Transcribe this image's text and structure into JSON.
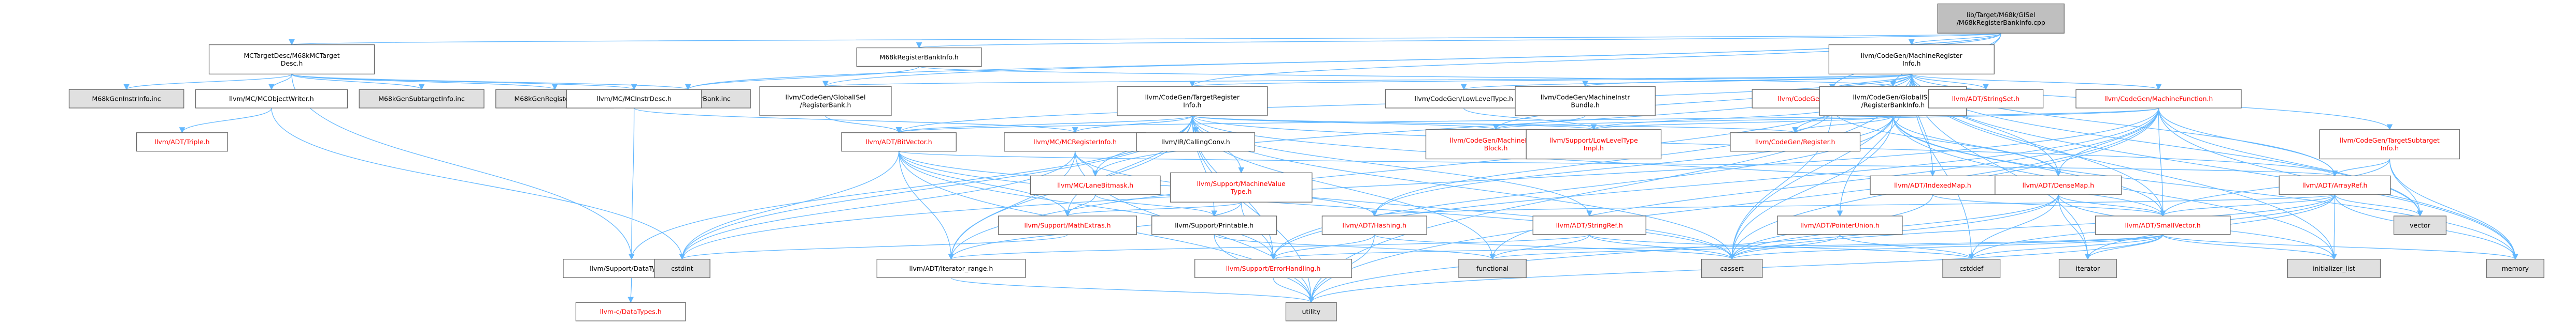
{
  "colors": {
    "page_bg": "#ffffff",
    "edge": "#63b8ff",
    "node_border": "#666666",
    "node_fill": "#ffffff",
    "root_fill": "#bfbfbf",
    "external_fill": "#e0e0e0",
    "text_black": "#000000",
    "text_red": "#ff0000"
  },
  "node_styles": {
    "root": {
      "fill": "#bfbfbf",
      "text": "#000000"
    },
    "internal": {
      "fill": "#ffffff",
      "text": "#000000"
    },
    "incomplete": {
      "fill": "#ffffff",
      "text": "#ff0000"
    },
    "external": {
      "fill": "#e0e0e0",
      "text": "#000000"
    }
  },
  "nodes": [
    {
      "id": "root",
      "lines": [
        "lib/Target/M68k/GISel",
        "/M68kRegisterBankInfo.cpp"
      ],
      "style": "root"
    },
    {
      "id": "mctdesc",
      "lines": [
        "MCTargetDesc/M68kMCTarget",
        "Desc.h"
      ],
      "style": "internal"
    },
    {
      "id": "rbinfo_h",
      "lines": [
        "M68kRegisterBankInfo.h"
      ],
      "style": "internal"
    },
    {
      "id": "cg_mri",
      "lines": [
        "llvm/CodeGen/MachineRegister",
        "Info.h"
      ],
      "style": "internal"
    },
    {
      "id": "m68kgeninstr",
      "lines": [
        "M68kGenInstrInfo.inc"
      ],
      "style": "external"
    },
    {
      "id": "mcobjw",
      "lines": [
        "llvm/MC/MCObjectWriter.h"
      ],
      "style": "internal"
    },
    {
      "id": "m68kgensubtarget",
      "lines": [
        "M68kGenSubtargetInfo.inc"
      ],
      "style": "external"
    },
    {
      "id": "m68kgenreginfo",
      "lines": [
        "M68kGenRegisterInfo.inc"
      ],
      "style": "external"
    },
    {
      "id": "m68kgenregbank",
      "lines": [
        "M68kGenRegisterBank.inc"
      ],
      "style": "external"
    },
    {
      "id": "mcinstrdesc",
      "lines": [
        "llvm/MC/MCInstrDesc.h"
      ],
      "style": "internal"
    },
    {
      "id": "gisel_rbi",
      "lines": [
        "llvm/CodeGen/GlobalISel",
        "/RegisterBank.h"
      ],
      "style": "internal"
    },
    {
      "id": "cg_tri",
      "lines": [
        "llvm/CodeGen/TargetRegister",
        "Info.h"
      ],
      "style": "internal"
    },
    {
      "id": "cg_llt",
      "lines": [
        "llvm/CodeGen/LowLevelType.h"
      ],
      "style": "internal"
    },
    {
      "id": "cg_mib",
      "lines": [
        "llvm/CodeGen/MachineInstr",
        "Bundle.h"
      ],
      "style": "internal"
    },
    {
      "id": "cg_mo",
      "lines": [
        "llvm/CodeGen/MachineOperand.h"
      ],
      "style": "incomplete"
    },
    {
      "id": "gisel_rbinfo",
      "lines": [
        "llvm/CodeGen/GlobalISel",
        "/RegisterBankInfo.h"
      ],
      "style": "internal"
    },
    {
      "id": "adt_stringset",
      "lines": [
        "llvm/ADT/StringSet.h"
      ],
      "style": "incomplete"
    },
    {
      "id": "cg_mf",
      "lines": [
        "llvm/CodeGen/MachineFunction.h"
      ],
      "style": "incomplete"
    },
    {
      "id": "adt_triple",
      "lines": [
        "llvm/ADT/Triple.h"
      ],
      "style": "incomplete"
    },
    {
      "id": "adt_bitvector",
      "lines": [
        "llvm/ADT/BitVector.h"
      ],
      "style": "incomplete"
    },
    {
      "id": "mcreginfo",
      "lines": [
        "llvm/MC/MCRegisterInfo.h"
      ],
      "style": "incomplete"
    },
    {
      "id": "ir_callconv",
      "lines": [
        "llvm/IR/CallingConv.h"
      ],
      "style": "internal"
    },
    {
      "id": "cg_mbb",
      "lines": [
        "llvm/CodeGen/MachineBasic",
        "Block.h"
      ],
      "style": "incomplete"
    },
    {
      "id": "sup_llt",
      "lines": [
        "llvm/Support/LowLevelType",
        "Impl.h"
      ],
      "style": "incomplete"
    },
    {
      "id": "cg_register",
      "lines": [
        "llvm/CodeGen/Register.h"
      ],
      "style": "incomplete"
    },
    {
      "id": "cg_tsi",
      "lines": [
        "llvm/CodeGen/TargetSubtarget",
        "Info.h"
      ],
      "style": "incomplete"
    },
    {
      "id": "mc_lanebm",
      "lines": [
        "llvm/MC/LaneBitmask.h"
      ],
      "style": "incomplete"
    },
    {
      "id": "sup_mvt",
      "lines": [
        "llvm/Support/MachineValue",
        "Type.h"
      ],
      "style": "incomplete"
    },
    {
      "id": "adt_indexedmap",
      "lines": [
        "llvm/ADT/IndexedMap.h"
      ],
      "style": "incomplete"
    },
    {
      "id": "adt_densemap",
      "lines": [
        "llvm/ADT/DenseMap.h"
      ],
      "style": "incomplete"
    },
    {
      "id": "adt_arrayref",
      "lines": [
        "llvm/ADT/ArrayRef.h"
      ],
      "style": "incomplete"
    },
    {
      "id": "sup_mathextras",
      "lines": [
        "llvm/Support/MathExtras.h"
      ],
      "style": "incomplete"
    },
    {
      "id": "sup_printable",
      "lines": [
        "llvm/Support/Printable.h"
      ],
      "style": "internal"
    },
    {
      "id": "adt_hashing",
      "lines": [
        "llvm/ADT/Hashing.h"
      ],
      "style": "incomplete"
    },
    {
      "id": "adt_stringref",
      "lines": [
        "llvm/ADT/StringRef.h"
      ],
      "style": "incomplete"
    },
    {
      "id": "adt_ptrunion",
      "lines": [
        "llvm/ADT/PointerUnion.h"
      ],
      "style": "incomplete"
    },
    {
      "id": "adt_smallvector",
      "lines": [
        "llvm/ADT/SmallVector.h"
      ],
      "style": "incomplete"
    },
    {
      "id": "vector",
      "lines": [
        "vector"
      ],
      "style": "external"
    },
    {
      "id": "memory",
      "lines": [
        "memory"
      ],
      "style": "external"
    },
    {
      "id": "sup_datatypes",
      "lines": [
        "llvm/Support/DataTypes.h"
      ],
      "style": "internal"
    },
    {
      "id": "cstdint",
      "lines": [
        "cstdint"
      ],
      "style": "external"
    },
    {
      "id": "adt_iterrange",
      "lines": [
        "llvm/ADT/iterator_range.h"
      ],
      "style": "internal"
    },
    {
      "id": "sup_errhandling",
      "lines": [
        "llvm/Support/ErrorHandling.h"
      ],
      "style": "incomplete"
    },
    {
      "id": "functional",
      "lines": [
        "functional"
      ],
      "style": "external"
    },
    {
      "id": "cassert",
      "lines": [
        "cassert"
      ],
      "style": "external"
    },
    {
      "id": "cstddef",
      "lines": [
        "cstddef"
      ],
      "style": "external"
    },
    {
      "id": "iterator",
      "lines": [
        "iterator"
      ],
      "style": "external"
    },
    {
      "id": "initlist",
      "lines": [
        "initializer_list"
      ],
      "style": "external"
    },
    {
      "id": "c_datatypes",
      "lines": [
        "llvm-c/DataTypes.h"
      ],
      "style": "incomplete"
    },
    {
      "id": "utility",
      "lines": [
        "utility"
      ],
      "style": "external"
    }
  ],
  "edges": [
    [
      "root",
      "mctdesc"
    ],
    [
      "root",
      "rbinfo_h"
    ],
    [
      "root",
      "cg_mri"
    ],
    [
      "root",
      "m68kgenregbank"
    ],
    [
      "root",
      "gisel_rbi"
    ],
    [
      "root",
      "cg_tri"
    ],
    [
      "root",
      "gisel_rbinfo"
    ],
    [
      "root",
      "cg_mo"
    ],
    [
      "mctdesc",
      "m68kgeninstr"
    ],
    [
      "mctdesc",
      "mcobjw"
    ],
    [
      "mctdesc",
      "m68kgensubtarget"
    ],
    [
      "mctdesc",
      "m68kgenreginfo"
    ],
    [
      "mctdesc",
      "m68kgenregbank"
    ],
    [
      "mctdesc",
      "mcinstrdesc"
    ],
    [
      "mctdesc",
      "sup_datatypes"
    ],
    [
      "mcobjw",
      "adt_triple"
    ],
    [
      "mcobjw",
      "cstdint"
    ],
    [
      "rbinfo_h",
      "m68kgenregbank"
    ],
    [
      "rbinfo_h",
      "gisel_rbinfo"
    ],
    [
      "mcinstrdesc",
      "mcreginfo"
    ],
    [
      "mcinstrdesc",
      "sup_datatypes"
    ],
    [
      "cg_mri",
      "gisel_rbi"
    ],
    [
      "cg_mri",
      "cg_tri"
    ],
    [
      "cg_mri",
      "cg_llt"
    ],
    [
      "cg_mri",
      "cg_mib"
    ],
    [
      "cg_mri",
      "cg_mo"
    ],
    [
      "cg_mri",
      "gisel_rbinfo"
    ],
    [
      "cg_mri",
      "adt_stringset"
    ],
    [
      "cg_mri",
      "cg_mf"
    ],
    [
      "cg_mri",
      "adt_bitvector"
    ],
    [
      "cg_mri",
      "adt_indexedmap"
    ],
    [
      "cg_mri",
      "adt_densemap"
    ],
    [
      "cg_mri",
      "adt_arrayref"
    ],
    [
      "cg_mri",
      "adt_ptrunion"
    ],
    [
      "cg_mri",
      "adt_smallvector"
    ],
    [
      "cg_mri",
      "cg_tsi"
    ],
    [
      "cg_mri",
      "vector"
    ],
    [
      "cg_mri",
      "memory"
    ],
    [
      "cg_mri",
      "iterator"
    ],
    [
      "cg_mri",
      "cstddef"
    ],
    [
      "cg_mri",
      "cassert"
    ],
    [
      "cg_mri",
      "adt_iterrange"
    ],
    [
      "cg_mri",
      "utility"
    ],
    [
      "cg_mri",
      "mc_lanebm"
    ],
    [
      "cg_mri",
      "cg_mbb"
    ],
    [
      "cg_mri",
      "initlist"
    ],
    [
      "gisel_rbi",
      "adt_bitvector"
    ],
    [
      "cg_tri",
      "adt_bitvector"
    ],
    [
      "cg_tri",
      "mcreginfo"
    ],
    [
      "cg_tri",
      "ir_callconv"
    ],
    [
      "cg_tri",
      "cg_mbb"
    ],
    [
      "cg_tri",
      "sup_llt"
    ],
    [
      "cg_tri",
      "cg_register"
    ],
    [
      "cg_tri",
      "mc_lanebm"
    ],
    [
      "cg_tri",
      "sup_mvt"
    ],
    [
      "cg_tri",
      "sup_mathextras"
    ],
    [
      "cg_tri",
      "sup_printable"
    ],
    [
      "cg_tri",
      "adt_arrayref"
    ],
    [
      "cg_tri",
      "adt_smallvector"
    ],
    [
      "cg_tri",
      "adt_stringref"
    ],
    [
      "cg_tri",
      "adt_iterrange"
    ],
    [
      "cg_tri",
      "cassert"
    ],
    [
      "cg_tri",
      "cstdint"
    ],
    [
      "cg_tri",
      "functional"
    ],
    [
      "cg_tri",
      "sup_datatypes"
    ],
    [
      "cg_tri",
      "utility"
    ],
    [
      "cg_tri",
      "sup_errhandling"
    ],
    [
      "cg_llt",
      "sup_llt"
    ],
    [
      "cg_mib",
      "cg_mbb"
    ],
    [
      "cg_mo",
      "sup_llt"
    ],
    [
      "cg_mo",
      "cg_register"
    ],
    [
      "cg_mo",
      "adt_densemap"
    ],
    [
      "cg_mo",
      "adt_hashing"
    ],
    [
      "cg_mo",
      "cassert"
    ],
    [
      "gisel_rbinfo",
      "cg_register"
    ],
    [
      "gisel_rbinfo",
      "adt_densemap"
    ],
    [
      "gisel_rbinfo",
      "adt_hashing"
    ],
    [
      "gisel_rbinfo",
      "adt_smallvector"
    ],
    [
      "gisel_rbinfo",
      "sup_llt"
    ],
    [
      "gisel_rbinfo",
      "sup_errhandling"
    ],
    [
      "gisel_rbinfo",
      "cassert"
    ],
    [
      "gisel_rbinfo",
      "initlist"
    ],
    [
      "gisel_rbinfo",
      "memory"
    ],
    [
      "cg_mf",
      "adt_arrayref"
    ],
    [
      "cg_mf",
      "adt_bitvector"
    ],
    [
      "cg_mf",
      "adt_densemap"
    ],
    [
      "cg_mf",
      "adt_smallvector"
    ],
    [
      "cg_mf",
      "cg_mbb"
    ],
    [
      "cg_mf",
      "sup_errhandling"
    ],
    [
      "cg_mf",
      "cassert"
    ],
    [
      "cg_mf",
      "cstdint"
    ],
    [
      "cg_mf",
      "memory"
    ],
    [
      "cg_mf",
      "utility"
    ],
    [
      "cg_mf",
      "vector"
    ],
    [
      "cg_mf",
      "functional"
    ],
    [
      "adt_bitvector",
      "adt_iterrange"
    ],
    [
      "adt_bitvector",
      "sup_mathextras"
    ],
    [
      "adt_bitvector",
      "adt_arrayref"
    ],
    [
      "adt_bitvector",
      "adt_hashing"
    ],
    [
      "adt_bitvector",
      "cassert"
    ],
    [
      "adt_bitvector",
      "cstdint"
    ],
    [
      "adt_bitvector",
      "utility"
    ],
    [
      "adt_bitvector",
      "sup_errhandling"
    ],
    [
      "mcreginfo",
      "mc_lanebm"
    ],
    [
      "mcreginfo",
      "adt_iterrange"
    ],
    [
      "mcreginfo",
      "cassert"
    ],
    [
      "mcreginfo",
      "cstdint"
    ],
    [
      "mcreginfo",
      "utility"
    ],
    [
      "cg_tsi",
      "adt_arrayref"
    ],
    [
      "cg_tsi",
      "vector"
    ],
    [
      "cg_tsi",
      "memory"
    ],
    [
      "cg_tsi",
      "adt_smallvector"
    ],
    [
      "mc_lanebm",
      "sup_mathextras"
    ],
    [
      "mc_lanebm",
      "sup_printable"
    ],
    [
      "sup_mvt",
      "sup_mathextras"
    ],
    [
      "sup_mvt",
      "sup_errhandling"
    ],
    [
      "sup_mvt",
      "adt_iterrange"
    ],
    [
      "adt_indexedmap",
      "adt_smallvector"
    ],
    [
      "adt_indexedmap",
      "cassert"
    ],
    [
      "adt_densemap",
      "adt_smallvector"
    ],
    [
      "adt_densemap",
      "cassert"
    ],
    [
      "adt_densemap",
      "cstddef"
    ],
    [
      "adt_densemap",
      "iterator"
    ],
    [
      "adt_densemap",
      "utility"
    ],
    [
      "adt_densemap",
      "initlist"
    ],
    [
      "adt_arrayref",
      "adt_hashing"
    ],
    [
      "adt_arrayref",
      "adt_smallvector"
    ],
    [
      "adt_arrayref",
      "cassert"
    ],
    [
      "adt_arrayref",
      "cstddef"
    ],
    [
      "adt_arrayref",
      "initlist"
    ],
    [
      "adt_arrayref",
      "iterator"
    ],
    [
      "adt_arrayref",
      "memory"
    ],
    [
      "adt_arrayref",
      "vector"
    ],
    [
      "sup_mathextras",
      "cstdint"
    ],
    [
      "sup_printable",
      "functional"
    ],
    [
      "sup_printable",
      "utility"
    ],
    [
      "adt_hashing",
      "sup_errhandling"
    ],
    [
      "adt_hashing",
      "cassert"
    ],
    [
      "adt_hashing",
      "utility"
    ],
    [
      "adt_stringref",
      "cassert"
    ],
    [
      "adt_stringref",
      "cstddef"
    ],
    [
      "adt_stringref",
      "functional"
    ],
    [
      "adt_stringref",
      "adt_iterrange"
    ],
    [
      "adt_ptrunion",
      "cassert"
    ],
    [
      "adt_ptrunion",
      "cstddef"
    ],
    [
      "adt_smallvector",
      "cassert"
    ],
    [
      "adt_smallvector",
      "cstddef"
    ],
    [
      "adt_smallvector",
      "functional"
    ],
    [
      "adt_smallvector",
      "initlist"
    ],
    [
      "adt_smallvector",
      "iterator"
    ],
    [
      "adt_smallvector",
      "memory"
    ],
    [
      "adt_smallvector",
      "utility"
    ],
    [
      "adt_smallvector",
      "sup_errhandling"
    ],
    [
      "sup_datatypes",
      "c_datatypes"
    ],
    [
      "adt_iterrange",
      "utility"
    ],
    [
      "sup_errhandling",
      "utility"
    ]
  ]
}
